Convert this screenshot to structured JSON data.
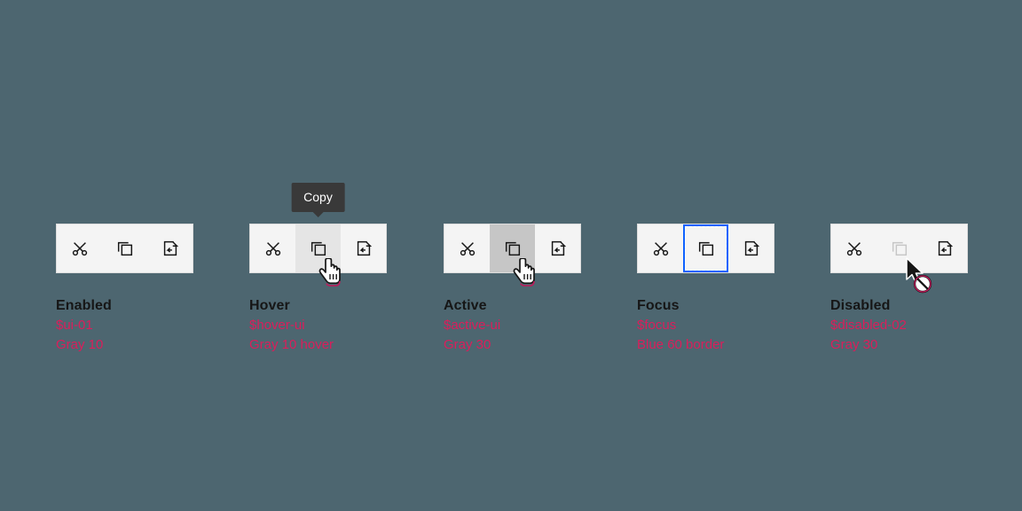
{
  "page": {
    "background_color": "#4d6670",
    "title_color": "#161616",
    "token_color": "#da1e5b",
    "accent_focus_color": "#0f62fe"
  },
  "tooltip": {
    "label": "Copy",
    "background_color": "#393939",
    "text_color": "#ffffff"
  },
  "icons": {
    "cut": "cut-icon",
    "copy": "copy-icon",
    "paste": "paste-icon"
  },
  "states": [
    {
      "id": "enabled",
      "title": "Enabled",
      "token": "$ui-01",
      "swatch": "Gray 10",
      "background_color": "#f4f4f4",
      "buttons": [
        {
          "name": "cut-button",
          "icon": "cut-icon",
          "state": "default",
          "disabled": false
        },
        {
          "name": "copy-button",
          "icon": "copy-icon",
          "state": "default",
          "disabled": false
        },
        {
          "name": "paste-button",
          "icon": "paste-icon",
          "state": "default",
          "disabled": false
        }
      ]
    },
    {
      "id": "hover",
      "title": "Hover",
      "token": "$hover-ui",
      "swatch": "Gray 10 hover",
      "background_color": "#e5e5e5",
      "buttons": [
        {
          "name": "cut-button",
          "icon": "cut-icon",
          "state": "default",
          "disabled": false
        },
        {
          "name": "copy-button",
          "icon": "copy-icon",
          "state": "hover",
          "disabled": false
        },
        {
          "name": "paste-button",
          "icon": "paste-icon",
          "state": "default",
          "disabled": false
        }
      ]
    },
    {
      "id": "active",
      "title": "Active",
      "token": "$active-ui",
      "swatch": "Gray 30",
      "background_color": "#c6c6c6",
      "buttons": [
        {
          "name": "cut-button",
          "icon": "cut-icon",
          "state": "default",
          "disabled": false
        },
        {
          "name": "copy-button",
          "icon": "copy-icon",
          "state": "active",
          "disabled": false
        },
        {
          "name": "paste-button",
          "icon": "paste-icon",
          "state": "default",
          "disabled": false
        }
      ]
    },
    {
      "id": "focus",
      "title": "Focus",
      "token": "$focus",
      "swatch": "Blue 60 border",
      "background_color": "#0f62fe",
      "buttons": [
        {
          "name": "cut-button",
          "icon": "cut-icon",
          "state": "default",
          "disabled": false
        },
        {
          "name": "copy-button",
          "icon": "copy-icon",
          "state": "focus",
          "disabled": false
        },
        {
          "name": "paste-button",
          "icon": "paste-icon",
          "state": "default",
          "disabled": false
        }
      ]
    },
    {
      "id": "disabled",
      "title": "Disabled",
      "token": "$disabled-02",
      "swatch": "Gray 30",
      "background_color": "#c6c6c6",
      "buttons": [
        {
          "name": "cut-button",
          "icon": "cut-icon",
          "state": "default",
          "disabled": false
        },
        {
          "name": "copy-button",
          "icon": "copy-icon",
          "state": "disabled",
          "disabled": true
        },
        {
          "name": "paste-button",
          "icon": "paste-icon",
          "state": "default",
          "disabled": false
        }
      ]
    }
  ],
  "cursors": [
    {
      "column": "hover",
      "type": "pointer-hand"
    },
    {
      "column": "active",
      "type": "pointer-hand"
    },
    {
      "column": "disabled",
      "type": "not-allowed-arrow"
    }
  ]
}
